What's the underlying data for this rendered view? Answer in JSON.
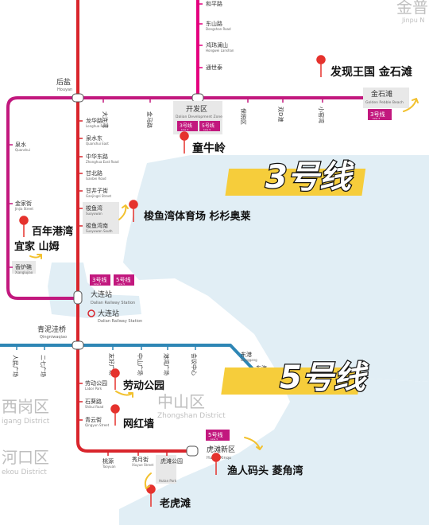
{
  "map": {
    "colors": {
      "line1": "#d9252c",
      "line3": "#c2187e",
      "line5": "#2e86b5",
      "line12": "#e4007f",
      "sea": "#e1eef5",
      "district_text": "#bfbfbf",
      "highlight": "#f6cd3b",
      "pin": "#e5322d"
    },
    "districts": [
      {
        "zh": "金普",
        "en": "Jinpu N"
      },
      {
        "zh": "西岗区",
        "en": "igang District"
      },
      {
        "zh": "中山区",
        "en": "Zhongshan District"
      },
      {
        "zh": "河口区",
        "en": "ekou District"
      }
    ],
    "line_labels": {
      "line3": "3号线",
      "line5": "5号线"
    },
    "line_badges": [
      {
        "text": "3号线",
        "sub": "Line 3"
      },
      {
        "text": "5号线",
        "sub": "Line 5"
      },
      {
        "text": "3号线",
        "sub": "Line 3"
      },
      {
        "text": "3号线",
        "sub": "Line 3"
      },
      {
        "text": "5号线",
        "sub": "Line 5"
      },
      {
        "text": "5号线",
        "sub": "Line 5"
      }
    ],
    "stations_main": [
      {
        "zh": "后盐",
        "en": "Houyan"
      },
      {
        "zh": "开发区",
        "en": "Dalian Development Zone"
      },
      {
        "zh": "金石滩",
        "en": "Golden Pebble Beach"
      },
      {
        "zh": "大连站",
        "en": "Dalian Railway Station"
      },
      {
        "zh": "青泥洼桥",
        "en": "Qingniwaqiao"
      },
      {
        "zh": "虎滩新区",
        "en": "Hutan Xinqu"
      }
    ],
    "stations_small": [
      {
        "zh": "和平路",
        "en": ""
      },
      {
        "zh": "东山路",
        "en": "Dongshan Road"
      },
      {
        "zh": "鸿玮澜山",
        "en": "Hongwei Lanshan"
      },
      {
        "zh": "通世泰",
        "en": ""
      },
      {
        "zh": "大连湾",
        "en": "Dalianwan"
      },
      {
        "zh": "金马路",
        "en": "Jinma Road"
      },
      {
        "zh": "保税区",
        "en": "Free Trade Zone"
      },
      {
        "zh": "双D港",
        "en": "Shuang D Gang"
      },
      {
        "zh": "小窑湾",
        "en": "Xiaoyaowan"
      },
      {
        "zh": "龙华路",
        "en": "Longhua Road"
      },
      {
        "zh": "泉水东",
        "en": "Quanshui East"
      },
      {
        "zh": "中华东路",
        "en": "Zhonghua East Road"
      },
      {
        "zh": "甘北路",
        "en": "Ganbei Road"
      },
      {
        "zh": "甘井子街",
        "en": "Ganjingzi Street"
      },
      {
        "zh": "梭鱼湾",
        "en": "Suoyuwan"
      },
      {
        "zh": "梭鱼湾南",
        "en": "Suoyuwan South"
      },
      {
        "zh": "泉水",
        "en": "Quanshui"
      },
      {
        "zh": "金家街",
        "en": "Jinjia Street"
      },
      {
        "zh": "香炉礁",
        "en": "Xianglujiao"
      },
      {
        "zh": "人民广场",
        "en": ""
      },
      {
        "zh": "二七广场",
        "en": ""
      },
      {
        "zh": "友好广场",
        "en": "Youhao Square"
      },
      {
        "zh": "中山广场",
        "en": "Zhongshan Square"
      },
      {
        "zh": "港湾广场",
        "en": "Gangwan Square"
      },
      {
        "zh": "会议中心",
        "en": "Convention Center"
      },
      {
        "zh": "东港",
        "en": "Donggang"
      },
      {
        "zh": "东海",
        "en": "Donghai"
      },
      {
        "zh": "劳动公园",
        "en": "Labor Park"
      },
      {
        "zh": "石葵路",
        "en": "Shikui Road"
      },
      {
        "zh": "青云街",
        "en": "Qingyun Street"
      },
      {
        "zh": "桃源",
        "en": "Taoyuan"
      },
      {
        "zh": "秀月街",
        "en": "Xiuyue Street"
      },
      {
        "zh": "虎滩公园",
        "en": "Hutan Park"
      }
    ],
    "rail_station": {
      "zh": "大连站",
      "en": "Dalian Railway Station"
    },
    "pois": [
      {
        "label": "发现王国 金石滩"
      },
      {
        "label": "童牛岭"
      },
      {
        "label": "梭鱼湾体育场 杉杉奥莱"
      },
      {
        "label": "百年港湾"
      },
      {
        "label": "宜家 山姆"
      },
      {
        "label": "劳动公园"
      },
      {
        "label": "网红墙"
      },
      {
        "label": "渔人码头 菱角湾"
      },
      {
        "label": "老虎滩"
      }
    ]
  }
}
